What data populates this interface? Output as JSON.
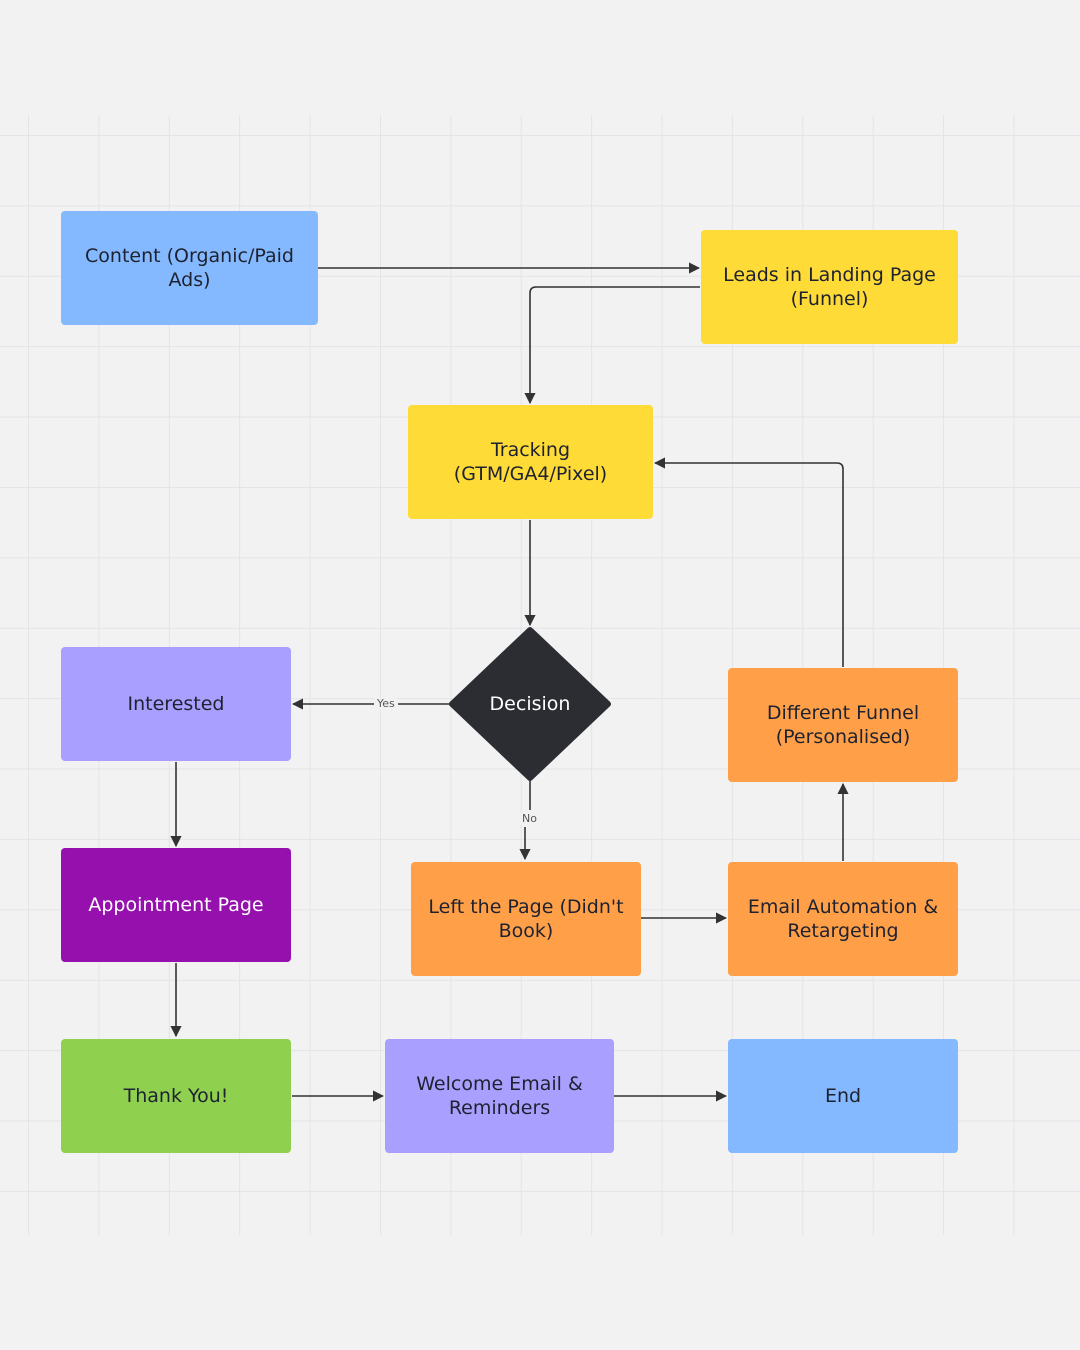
{
  "nodes": {
    "content": "Content (Organic/Paid Ads)",
    "leads": "Leads in Landing Page (Funnel)",
    "tracking": "Tracking (GTM/GA4/Pixel)",
    "decision": "Decision",
    "interested": "Interested",
    "different_funnel": "Different Funnel (Personalised)",
    "appointment": "Appointment Page",
    "left_page": "Left the Page (Didn't Book)",
    "email_automation": "Email Automation & Retargeting",
    "thank_you": "Thank You!",
    "welcome_email": "Welcome Email & Reminders",
    "end": "End"
  },
  "edge_labels": {
    "yes": "Yes",
    "no": "No"
  },
  "colors": {
    "blue": "#84b9ff",
    "yellow": "#ffdb38",
    "lavender": "#a99fff",
    "purple": "#9510ac",
    "orange": "#ffa048",
    "green": "#8fd14f",
    "dark": "#2b2d33",
    "line": "#333333"
  }
}
